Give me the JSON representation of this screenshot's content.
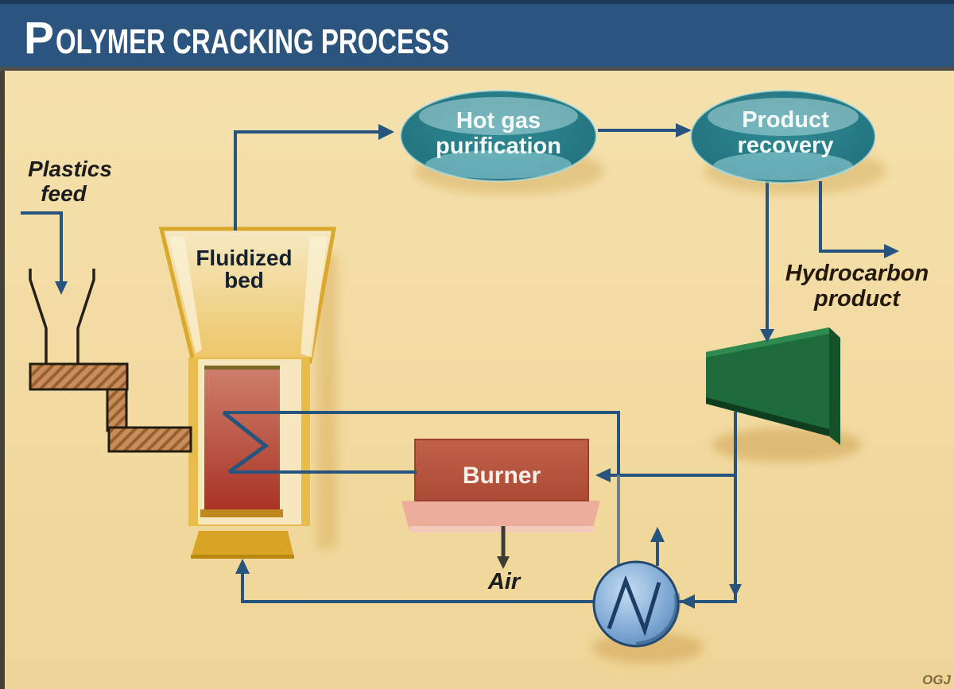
{
  "header": {
    "title_initial": "P",
    "title_rest": "OLYMER CRACKING PROCESS",
    "bg_color": "#2B547E",
    "text_color": "#FFFFFF"
  },
  "canvas": {
    "background": "#F3DCA3",
    "left_border_color": "#454038",
    "pipe_color": "#27537F"
  },
  "nodes": {
    "plastics_feed_label": {
      "line1": "Plastics",
      "line2": "feed"
    },
    "fluidized_bed": {
      "line1": "Fluidized",
      "line2": "bed",
      "vessel_color": "#E8BC4A",
      "bed_color": "#B64A38"
    },
    "hot_gas_purification": {
      "line1": "Hot gas",
      "line2": "purification",
      "color": "#2E8A93"
    },
    "product_recovery": {
      "line1": "Product",
      "line2": "recovery",
      "color": "#2E8A93"
    },
    "hydrocarbon_product": {
      "line1": "Hydrocarbon",
      "line2": "product"
    },
    "burner": {
      "label": "Burner",
      "color": "#B85A43",
      "base_color": "#EDAD9B"
    },
    "compressor": {
      "color": "#1D6B3A"
    },
    "heat_exchanger": {
      "color": "#6FA0CE"
    },
    "air": {
      "label": "Air"
    }
  },
  "watermark": "OGJ"
}
